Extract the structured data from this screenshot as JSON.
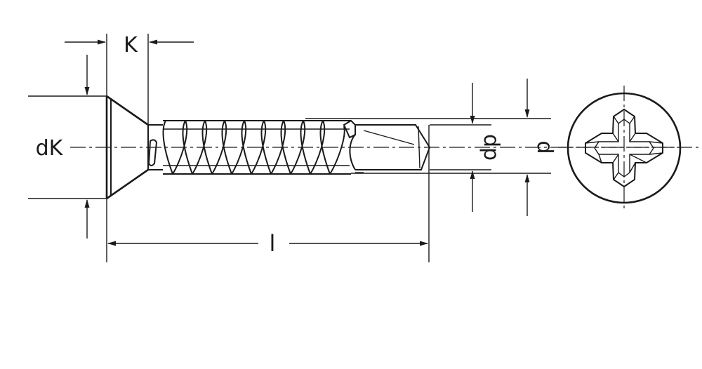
{
  "labels": {
    "head_height": "K",
    "head_diameter": "dK",
    "length": "l",
    "drill_diameter": "dp",
    "thread_diameter": "d"
  },
  "colors": {
    "ink": "#1a1a1a",
    "background": "#ffffff"
  }
}
